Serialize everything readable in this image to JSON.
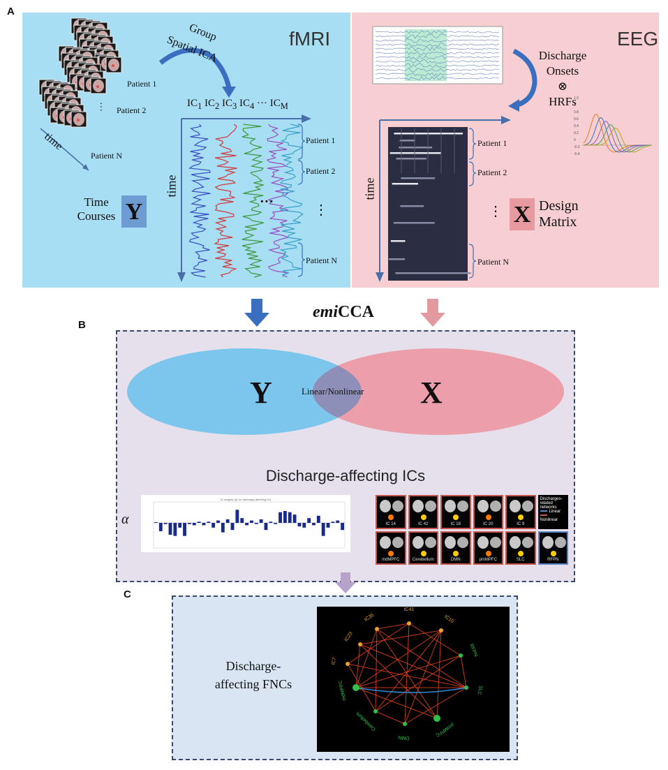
{
  "panels": {
    "a_label": "A",
    "b_label": "B",
    "c_label": "C"
  },
  "fmri": {
    "title": "fMRI",
    "group_ica_line1": "Group",
    "group_ica_line2": "Spatial ICA",
    "stack_patients": [
      "Patient 1",
      "Patient 2",
      "Patient N"
    ],
    "stack_time": "time",
    "ic_header": [
      "IC",
      "1",
      " IC",
      "2",
      " IC",
      "3",
      " IC",
      "4",
      " ··· IC",
      "M"
    ],
    "ts_patients": [
      "Patient 1",
      "Patient 2",
      "Patient N"
    ],
    "axis_time": "time",
    "time_courses_line1": "Time",
    "time_courses_line2": "Courses",
    "matrix_letter": "Y",
    "ellipsis_h": "···",
    "ellipsis_v": "⋮"
  },
  "eeg": {
    "title": "EEG",
    "discharge_line1": "Discharge",
    "discharge_line2": "Onsets",
    "otimes": "⊗",
    "hrfs": "HRFs",
    "hrf_ticks": [
      "1.2",
      "1",
      "0.8",
      "0.6",
      "0.4",
      "0.2",
      "0",
      "-0.2",
      "-0.4"
    ],
    "patients": [
      "Patient 1",
      "Patient 2",
      "Patient N"
    ],
    "axis_time": "time",
    "ellipsis_v": "⋮",
    "matrix_letter": "X",
    "design_line1": "Design",
    "design_line2": "Matrix"
  },
  "emicca": {
    "italic": "emi",
    "plain": "CCA"
  },
  "venn": {
    "left": "Y",
    "right": "X",
    "overlap": "Linear/Nonlinear"
  },
  "discharge_ics": {
    "title": "Discharge-affecting ICs",
    "alpha": "α"
  },
  "alpha_chart": {
    "title": "IC weights (α) for discharge-affecting ICs",
    "values": [
      0.03,
      -0.35,
      -0.05,
      -0.5,
      -0.55,
      -0.2,
      -0.55,
      -0.05,
      -0.1,
      0.05,
      -0.1,
      0.05,
      -0.2,
      0.1,
      -0.4,
      0.15,
      -0.3,
      0.55,
      0.2,
      -0.1,
      0.1,
      -0.05,
      0.15,
      -0.3,
      0.05,
      -0.05,
      0.45,
      0.5,
      0.45,
      0.35,
      -0.15,
      -0.2,
      0.2,
      -0.1,
      0.3,
      -0.55,
      -0.2,
      0.05,
      0.1,
      -0.3
    ]
  },
  "brain_maps": {
    "labels": [
      "IC 14",
      "IC 42",
      "IC 18",
      "IC 20",
      "IC 9",
      "",
      "mdMPFC",
      "Cerebellum",
      "DMN",
      "pmMPFC",
      "SLC",
      "RFPN"
    ],
    "legend_title": "Discharges-related networks",
    "legend_items": [
      "Linear",
      "Nonlinear"
    ]
  },
  "fnc": {
    "label_line1": "Discharge-",
    "label_line2": "affecting  FNCs",
    "nodes": [
      "IC23",
      "IC35",
      "IC41",
      "IC10",
      "RFPN",
      "SLC",
      "pmMPFC",
      "DMN",
      "Cerebellum",
      "mdMPFC",
      "IC7"
    ]
  },
  "colors": {
    "fmri_bg": "#a8def4",
    "eeg_bg": "#f7cfd3",
    "arrow_blue": "#3a6fbf",
    "arrow_pink": "#e39a9e",
    "arrow_purple": "#b5a3cc",
    "venn_blue": "#7cc6ee",
    "venn_pink": "#ec9faa",
    "venn_overlap": "#8e8fb8",
    "fnc_edge": "#e8421f",
    "fnc_blue_edge": "#2f8fd8"
  }
}
